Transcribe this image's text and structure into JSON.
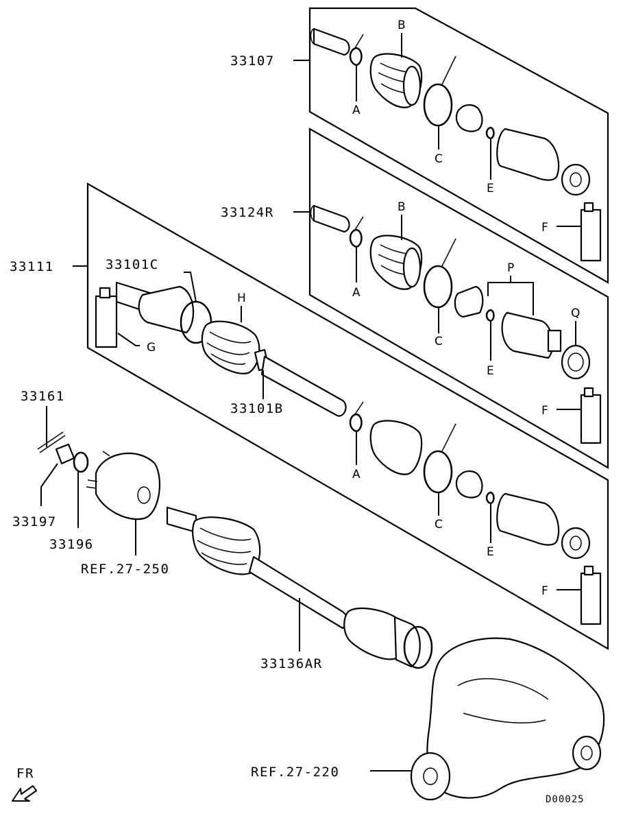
{
  "diagram": {
    "part_numbers": {
      "p33107": "33107",
      "p33124R": "33124R",
      "p33111": "33111",
      "p33101C": "33101C",
      "p33101B": "33101B",
      "p33161": "33161",
      "p33197": "33197",
      "p33196": "33196",
      "p33136AR": "33136AR",
      "ref_hub": "REF.27-250",
      "ref_diff": "REF.27-220"
    },
    "callouts": {
      "A": "A",
      "B": "B",
      "C": "C",
      "E": "E",
      "F": "F",
      "G": "G",
      "H": "H",
      "P": "P",
      "Q": "Q"
    },
    "direction_label": "FR",
    "drawing_code": "D00025"
  }
}
